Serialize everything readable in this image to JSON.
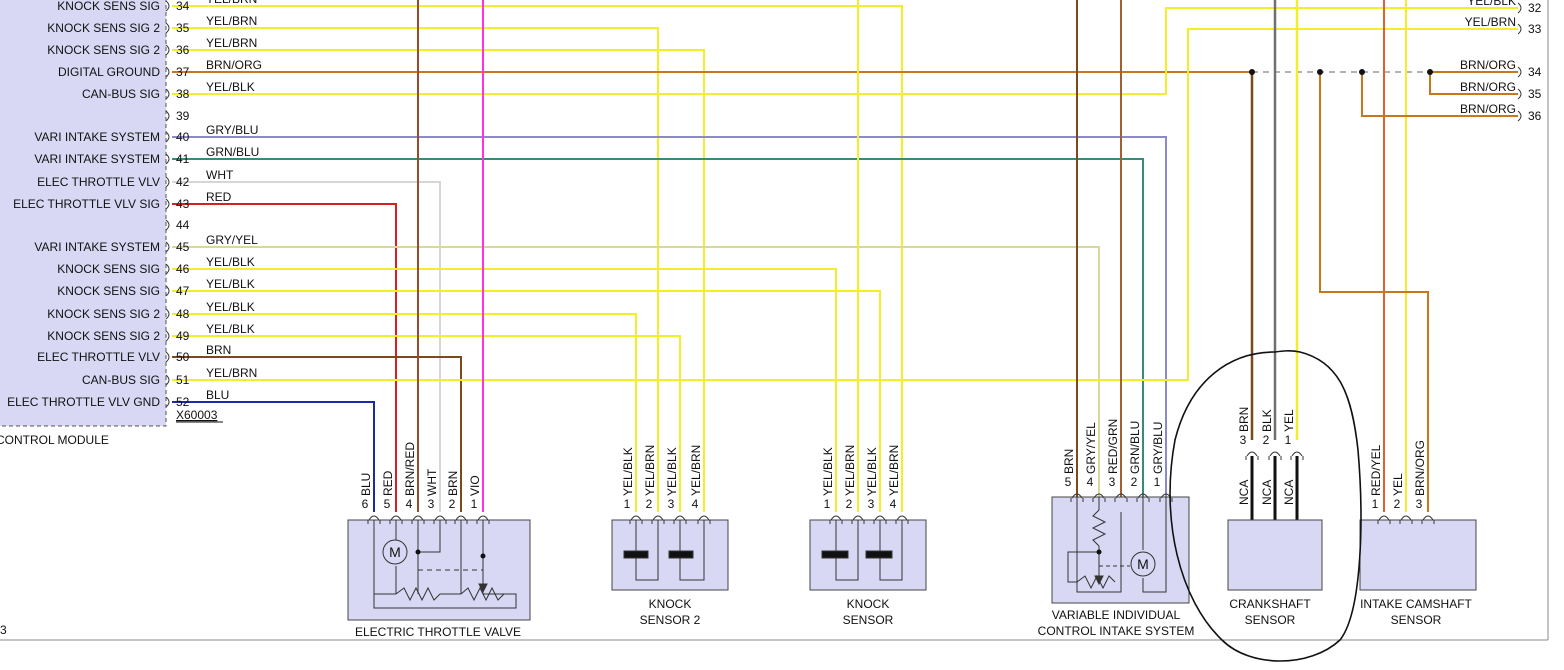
{
  "colors": {
    "yel": "#f2ee2a",
    "brn": "#7a4a1c",
    "brn_org": "#c8781a",
    "gry_blu": "#8a8ac8",
    "grn_blu": "#3a8a78",
    "wht": "#d6d6d6",
    "red": "#d42020",
    "blu": "#1a2aa8",
    "vio": "#ff33dd",
    "gry": "#707070",
    "blk": "#111111",
    "gry_yel": "#d8d89a",
    "brn_red": "#9a4a2a",
    "red_grn": "#a06030",
    "red_yel": "#e06030",
    "module_fill": "#d8d8f4",
    "component_fill": "#d8d8f4"
  },
  "module": {
    "name": "CONTROL MODULE",
    "connector": "X60003",
    "pins": [
      {
        "num": "34",
        "signal": "KNOCK SENS SIG",
        "wire": "YEL/BRN"
      },
      {
        "num": "35",
        "signal": "KNOCK SENS SIG 2",
        "wire": "YEL/BRN"
      },
      {
        "num": "36",
        "signal": "KNOCK SENS SIG 2",
        "wire": "YEL/BRN"
      },
      {
        "num": "37",
        "signal": "DIGITAL GROUND",
        "wire": "BRN/ORG"
      },
      {
        "num": "38",
        "signal": "CAN-BUS SIG",
        "wire": "YEL/BLK"
      },
      {
        "num": "39",
        "signal": "",
        "wire": ""
      },
      {
        "num": "40",
        "signal": "VARI INTAKE SYSTEM",
        "wire": "GRY/BLU"
      },
      {
        "num": "41",
        "signal": "VARI INTAKE SYSTEM",
        "wire": "GRN/BLU"
      },
      {
        "num": "42",
        "signal": "ELEC THROTTLE VLV",
        "wire": "WHT"
      },
      {
        "num": "43",
        "signal": "ELEC THROTTLE VLV SIG",
        "wire": "RED"
      },
      {
        "num": "44",
        "signal": "",
        "wire": ""
      },
      {
        "num": "45",
        "signal": "VARI INTAKE SYSTEM",
        "wire": "GRY/YEL"
      },
      {
        "num": "46",
        "signal": "KNOCK SENS SIG",
        "wire": "YEL/BLK"
      },
      {
        "num": "47",
        "signal": "KNOCK SENS SIG",
        "wire": "YEL/BLK"
      },
      {
        "num": "48",
        "signal": "KNOCK SENS SIG 2",
        "wire": "YEL/BLK"
      },
      {
        "num": "49",
        "signal": "KNOCK SENS SIG 2",
        "wire": "YEL/BLK"
      },
      {
        "num": "50",
        "signal": "ELEC THROTTLE VLV",
        "wire": "BRN"
      },
      {
        "num": "51",
        "signal": "CAN-BUS SIG",
        "wire": "YEL/BRN"
      },
      {
        "num": "52",
        "signal": "ELEC THROTTLE VLV GND",
        "wire": "BLU"
      }
    ]
  },
  "right_connector": {
    "pins": [
      {
        "num": "32",
        "wire": "YEL/BLK"
      },
      {
        "num": "33",
        "wire": "YEL/BRN"
      },
      {
        "num": "34",
        "wire": "BRN/ORG"
      },
      {
        "num": "35",
        "wire": "BRN/ORG"
      },
      {
        "num": "36",
        "wire": "BRN/ORG"
      }
    ]
  },
  "components": {
    "throttle": {
      "name_line1": "ELECTRIC THROTTLE VALVE",
      "motor_symbol": "M",
      "pins": [
        {
          "num": "6",
          "wire": "BLU"
        },
        {
          "num": "5",
          "wire": "RED"
        },
        {
          "num": "4",
          "wire": "BRN/RED"
        },
        {
          "num": "3",
          "wire": "WHT"
        },
        {
          "num": "2",
          "wire": "BRN"
        },
        {
          "num": "1",
          "wire": "VIO"
        }
      ]
    },
    "knock2": {
      "name_line1": "KNOCK",
      "name_line2": "SENSOR 2",
      "pins": [
        {
          "num": "1",
          "wire": "YEL/BLK"
        },
        {
          "num": "2",
          "wire": "YEL/BRN"
        },
        {
          "num": "3",
          "wire": "YEL/BLK"
        },
        {
          "num": "4",
          "wire": "YEL/BRN"
        }
      ]
    },
    "knock1": {
      "name_line1": "KNOCK",
      "name_line2": "SENSOR",
      "pins": [
        {
          "num": "1",
          "wire": "YEL/BLK"
        },
        {
          "num": "2",
          "wire": "YEL/BRN"
        },
        {
          "num": "3",
          "wire": "YEL/BLK"
        },
        {
          "num": "4",
          "wire": "YEL/BRN"
        }
      ]
    },
    "vics": {
      "name_line1": "VARIABLE INDIVIDUAL",
      "name_line2": "CONTROL INTAKE SYSTEM",
      "motor_symbol": "M",
      "pins": [
        {
          "num": "5",
          "wire": "BRN"
        },
        {
          "num": "4",
          "wire": "GRY/YEL"
        },
        {
          "num": "3",
          "wire": "RED/GRN"
        },
        {
          "num": "2",
          "wire": "GRN/BLU"
        },
        {
          "num": "1",
          "wire": "GRY/BLU"
        }
      ]
    },
    "crank": {
      "name_line1": "CRANKSHAFT",
      "name_line2": "SENSOR",
      "pins": [
        {
          "num": "3",
          "wire": "BRN",
          "tag": "NCA"
        },
        {
          "num": "2",
          "wire": "BLK",
          "tag": "NCA"
        },
        {
          "num": "1",
          "wire": "YEL",
          "tag": "NCA"
        }
      ]
    },
    "cam": {
      "name_line1": "INTAKE CAMSHAFT",
      "name_line2": "SENSOR",
      "pins": [
        {
          "num": "1",
          "wire": "RED/YEL"
        },
        {
          "num": "2",
          "wire": "YEL"
        },
        {
          "num": "3",
          "wire": "BRN/ORG"
        }
      ]
    }
  },
  "page_marker": "3"
}
